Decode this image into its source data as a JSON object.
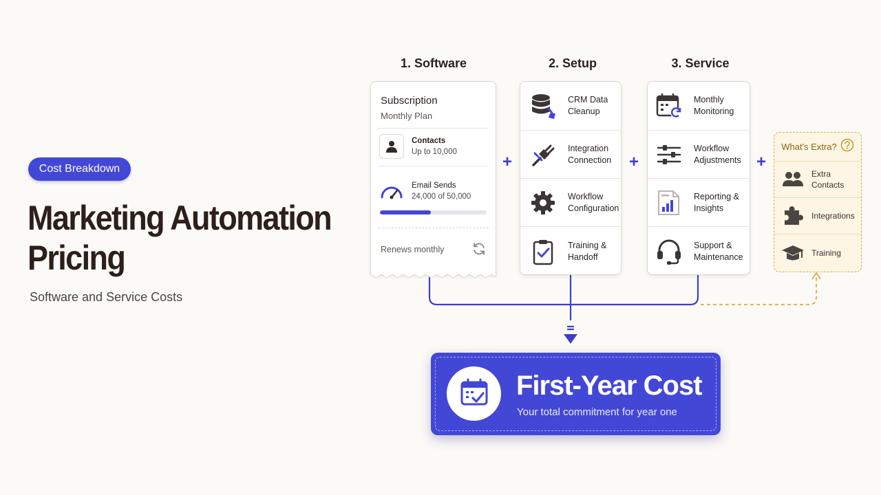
{
  "hero": {
    "badge": "Cost Breakdown",
    "title_line1": "Marketing Automation",
    "title_line2": "Pricing",
    "subtitle": "Software and Service Costs"
  },
  "columns": {
    "software": {
      "heading": "1. Software",
      "title": "Subscription",
      "plan": "Monthly Plan",
      "contacts_label": "Contacts",
      "contacts_value": "Up to 10,000",
      "email_label": "Email Sends",
      "email_value": "24,000 of 50,000",
      "email_progress": 0.48,
      "renew": "Renews monthly"
    },
    "setup": {
      "heading": "2. Setup",
      "items": [
        {
          "label": "CRM Data\nCleanup",
          "icon": "database-brush-icon"
        },
        {
          "label": "Integration\nConnection",
          "icon": "plug-icon"
        },
        {
          "label": "Workflow\nConfiguration",
          "icon": "gear-icon"
        },
        {
          "label": "Training &\nHandoff",
          "icon": "clipboard-check-icon"
        }
      ]
    },
    "service": {
      "heading": "3. Service",
      "items": [
        {
          "label": "Monthly\nMonitoring",
          "icon": "calendar-refresh-icon"
        },
        {
          "label": "Workflow\nAdjustments",
          "icon": "sliders-icon"
        },
        {
          "label": "Reporting &\nInsights",
          "icon": "report-chart-icon"
        },
        {
          "label": "Support &\nMaintenance",
          "icon": "headset-icon"
        }
      ]
    },
    "extra": {
      "heading": "What's Extra?",
      "items": [
        {
          "label": "Extra\nContacts",
          "icon": "people-icon"
        },
        {
          "label": "Integrations",
          "icon": "puzzle-icon"
        },
        {
          "label": "Training",
          "icon": "graduation-cap-icon"
        }
      ]
    }
  },
  "plus_sign": "+",
  "result": {
    "title": "First-Year Cost",
    "subtitle": "Your total commitment for year one"
  },
  "colors": {
    "accent": "#4347d6",
    "extra_border": "#d8ad47",
    "extra_bg": "#fdf6e4",
    "background": "#fcfaf6"
  }
}
